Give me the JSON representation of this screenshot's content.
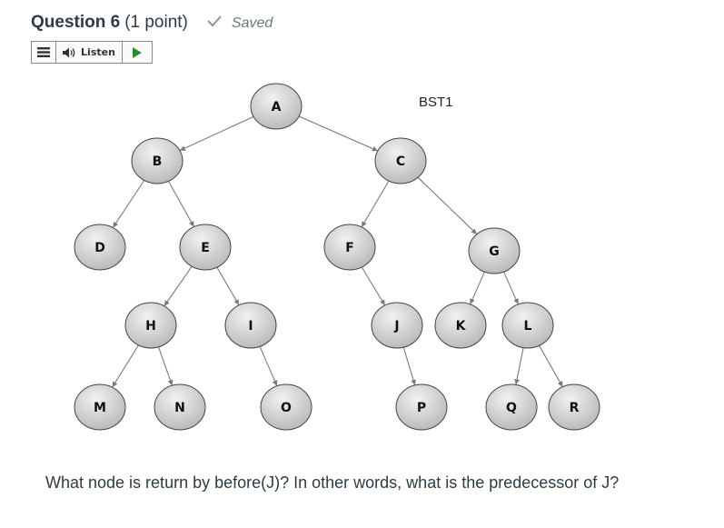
{
  "question": {
    "title": "Question 6",
    "points": "(1 point)",
    "saved_label": "Saved",
    "text": "What node is return by before(J)?  In other words, what is the predecessor of J?"
  },
  "toolbar": {
    "listen_label": "Listen"
  },
  "icons": {
    "saved": "check-icon",
    "menu": "menu-icon",
    "listen": "speaker-icon",
    "play": "play-icon"
  },
  "colors": {
    "node_fill_light": "#f2f2f2",
    "node_fill_dark": "#b5b5b5",
    "edge": "#7a7a7a",
    "play": "#2e8b2e"
  },
  "diagram": {
    "title": "BST1",
    "nodes": [
      "A",
      "B",
      "C",
      "D",
      "E",
      "F",
      "G",
      "H",
      "I",
      "J",
      "K",
      "L",
      "M",
      "N",
      "O",
      "P",
      "Q",
      "R"
    ],
    "edges": [
      [
        "A",
        "B"
      ],
      [
        "A",
        "C"
      ],
      [
        "B",
        "D"
      ],
      [
        "B",
        "E"
      ],
      [
        "C",
        "F"
      ],
      [
        "C",
        "G"
      ],
      [
        "E",
        "H"
      ],
      [
        "E",
        "I"
      ],
      [
        "F",
        "J"
      ],
      [
        "G",
        "K"
      ],
      [
        "G",
        "L"
      ],
      [
        "H",
        "M"
      ],
      [
        "H",
        "N"
      ],
      [
        "I",
        "O"
      ],
      [
        "J",
        "P"
      ],
      [
        "L",
        "Q"
      ],
      [
        "L",
        "R"
      ]
    ]
  }
}
